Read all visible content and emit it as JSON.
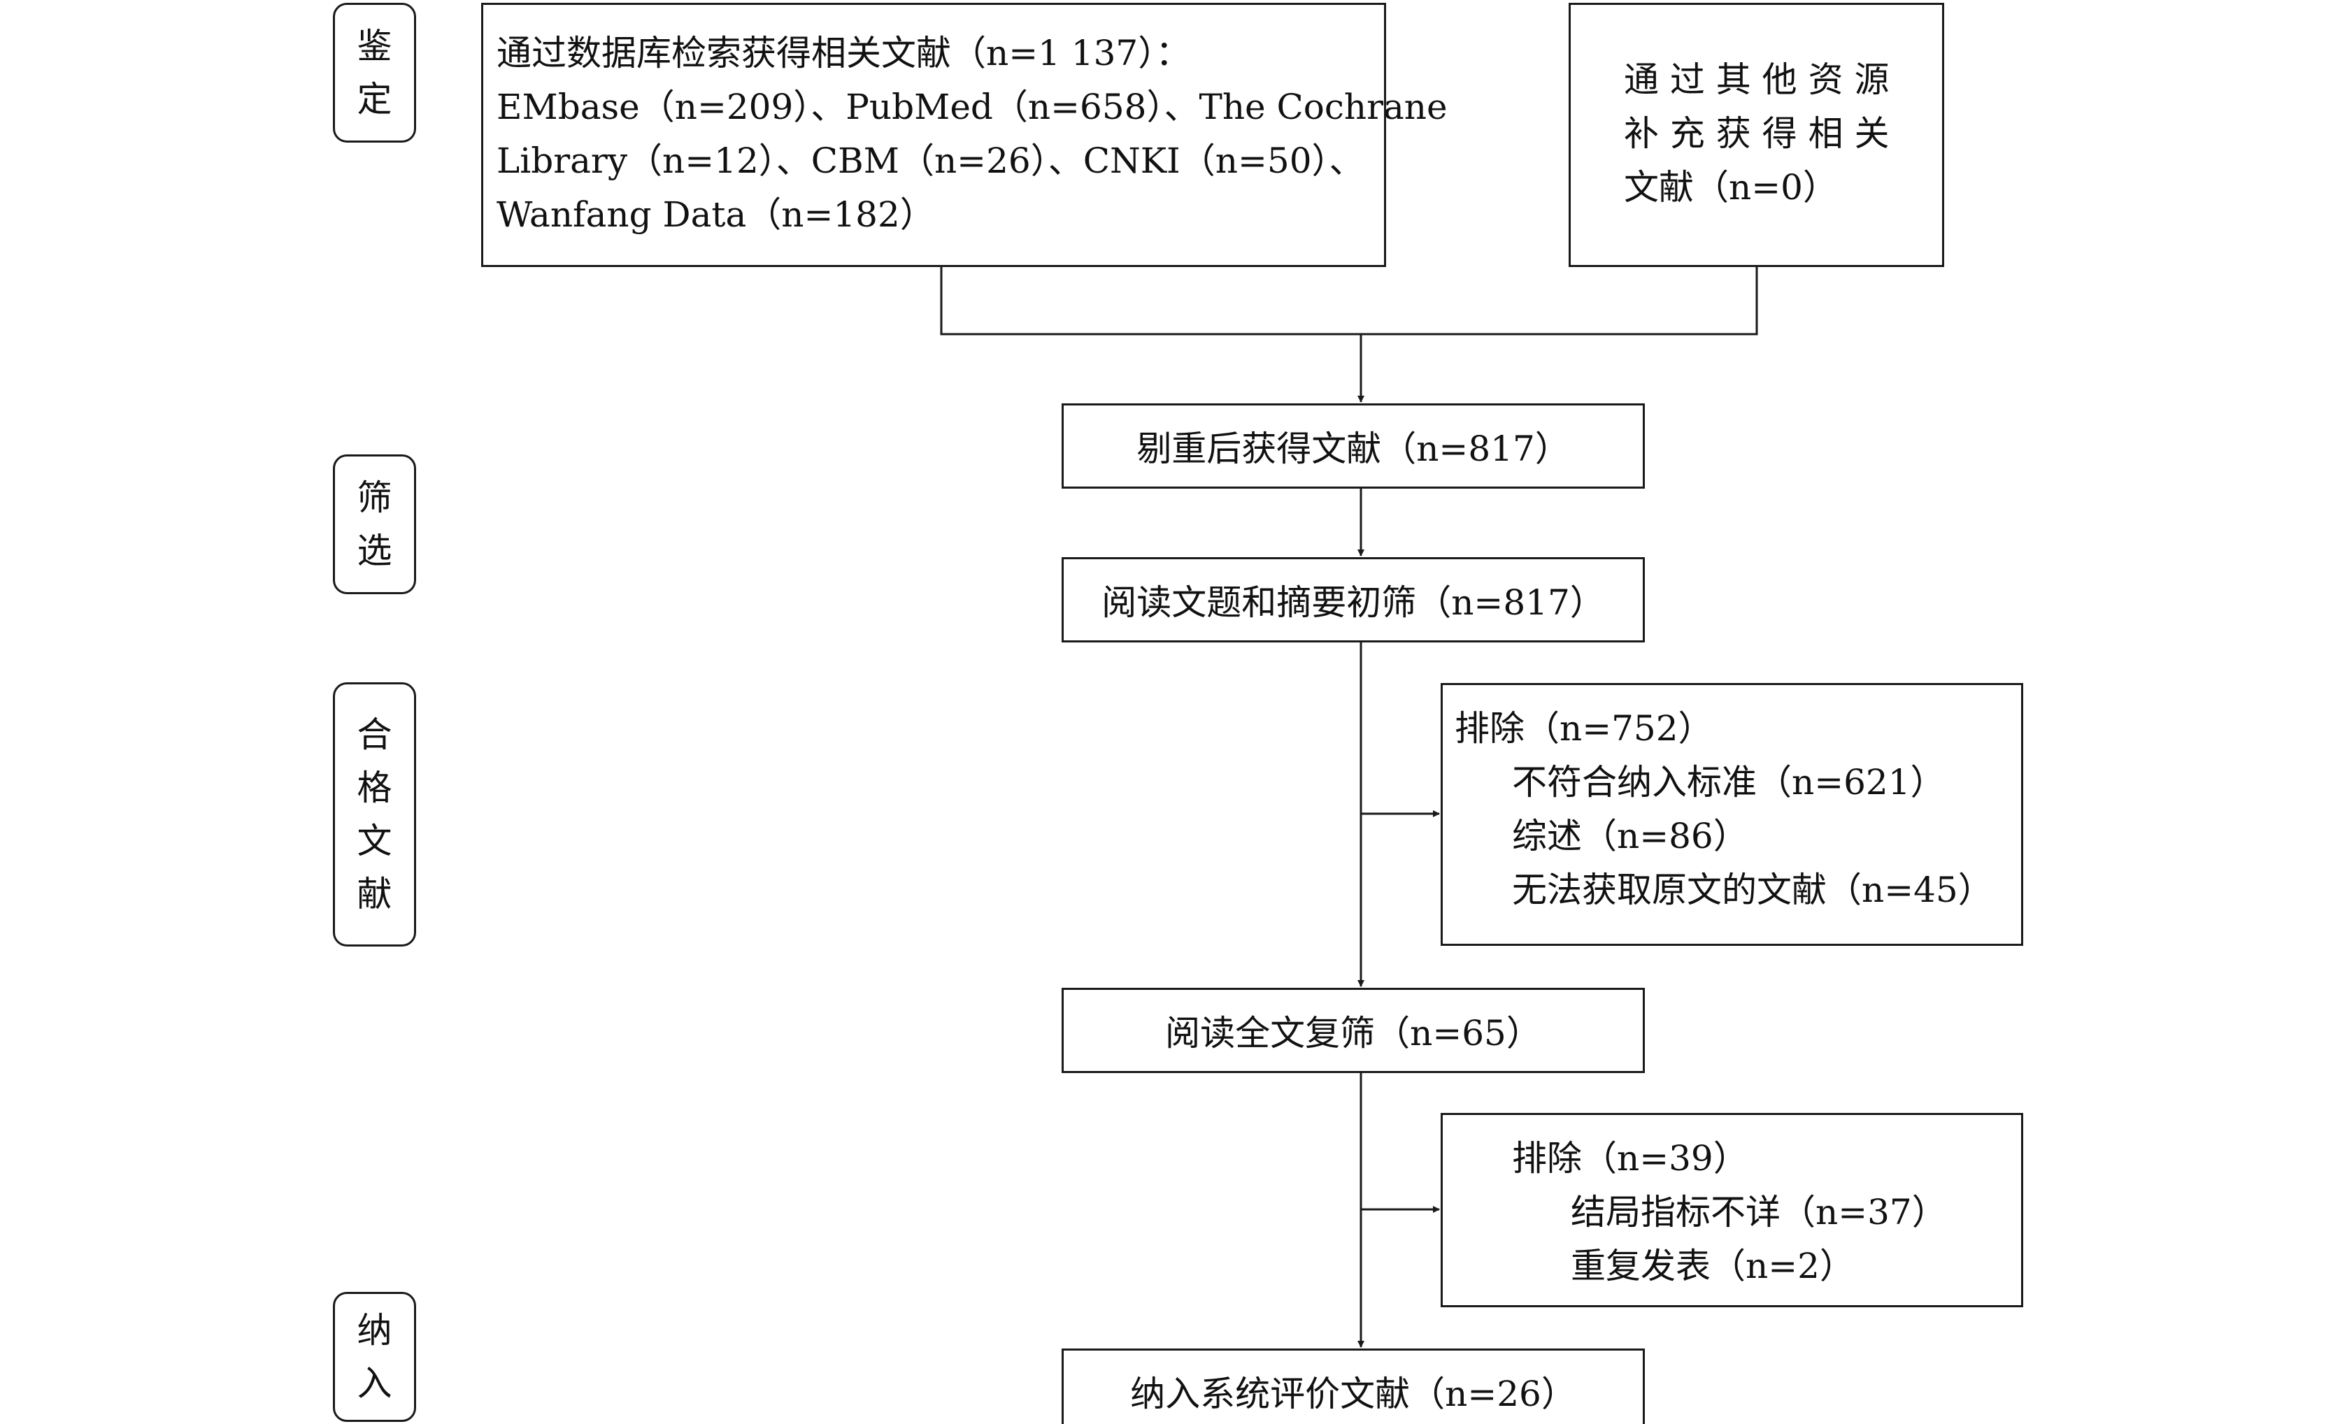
{
  "stages": [
    {
      "id": "identification",
      "chars": [
        "鉴",
        "定"
      ]
    },
    {
      "id": "screening",
      "chars": [
        "筛",
        "选"
      ]
    },
    {
      "id": "eligibility",
      "chars": [
        "合",
        "格",
        "文",
        "献"
      ]
    },
    {
      "id": "included",
      "chars": [
        "纳",
        "入"
      ]
    }
  ],
  "boxes": {
    "database_search": {
      "lines": [
        "通过数据库检索获得相关文献（n=1 137）：",
        "EMbase（n=209）、PubMed（n=658）、The Cochrane",
        "Library（n=12）、CBM（n=26）、CNKI（n=50）、",
        "Wanfang Data（n=182）"
      ]
    },
    "other_sources": {
      "lines": [
        "通 过 其 他 资 源",
        "补 充 获 得 相 关",
        "文献（n=0）"
      ]
    },
    "after_dedup": "剔重后获得文献（n=817）",
    "title_abstract": "阅读文题和摘要初筛（n=817）",
    "exclusion_1": {
      "lines": [
        "排除（n=752）",
        "不符合纳入标准（n=621）",
        "综述（n=86）",
        "无法获取原文的文献（n=45）"
      ]
    },
    "full_text": "阅读全文复筛（n=65）",
    "exclusion_2": {
      "lines": [
        "排除（n=39）",
        "结局指标不详（n=37）",
        "重复发表（n=2）"
      ]
    },
    "included": "纳入系统评价文献（n=26）"
  }
}
